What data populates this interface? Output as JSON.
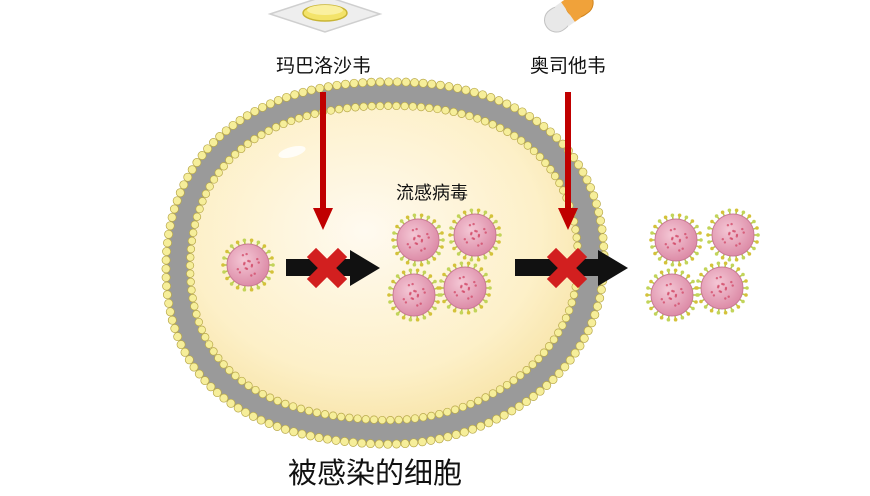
{
  "drugs": [
    {
      "name": "玛巴洛沙韦",
      "icon": "tablet-icon"
    },
    {
      "name": "奥司他韦",
      "icon": "capsule-icon"
    }
  ],
  "virus_label": "流感病毒",
  "cell_label": "被感染的细胞",
  "colors": {
    "cytoplasm": "#fdf0c8",
    "membrane_head": "#f6ee9a",
    "membrane_tail": "#9a9a9a",
    "inhibition_arrow": "#c00000",
    "block_cross": "#d21f1f",
    "process_arrow": "#111111",
    "virus_body": "#e7a3bb",
    "virus_spike": "#b7c94a"
  }
}
